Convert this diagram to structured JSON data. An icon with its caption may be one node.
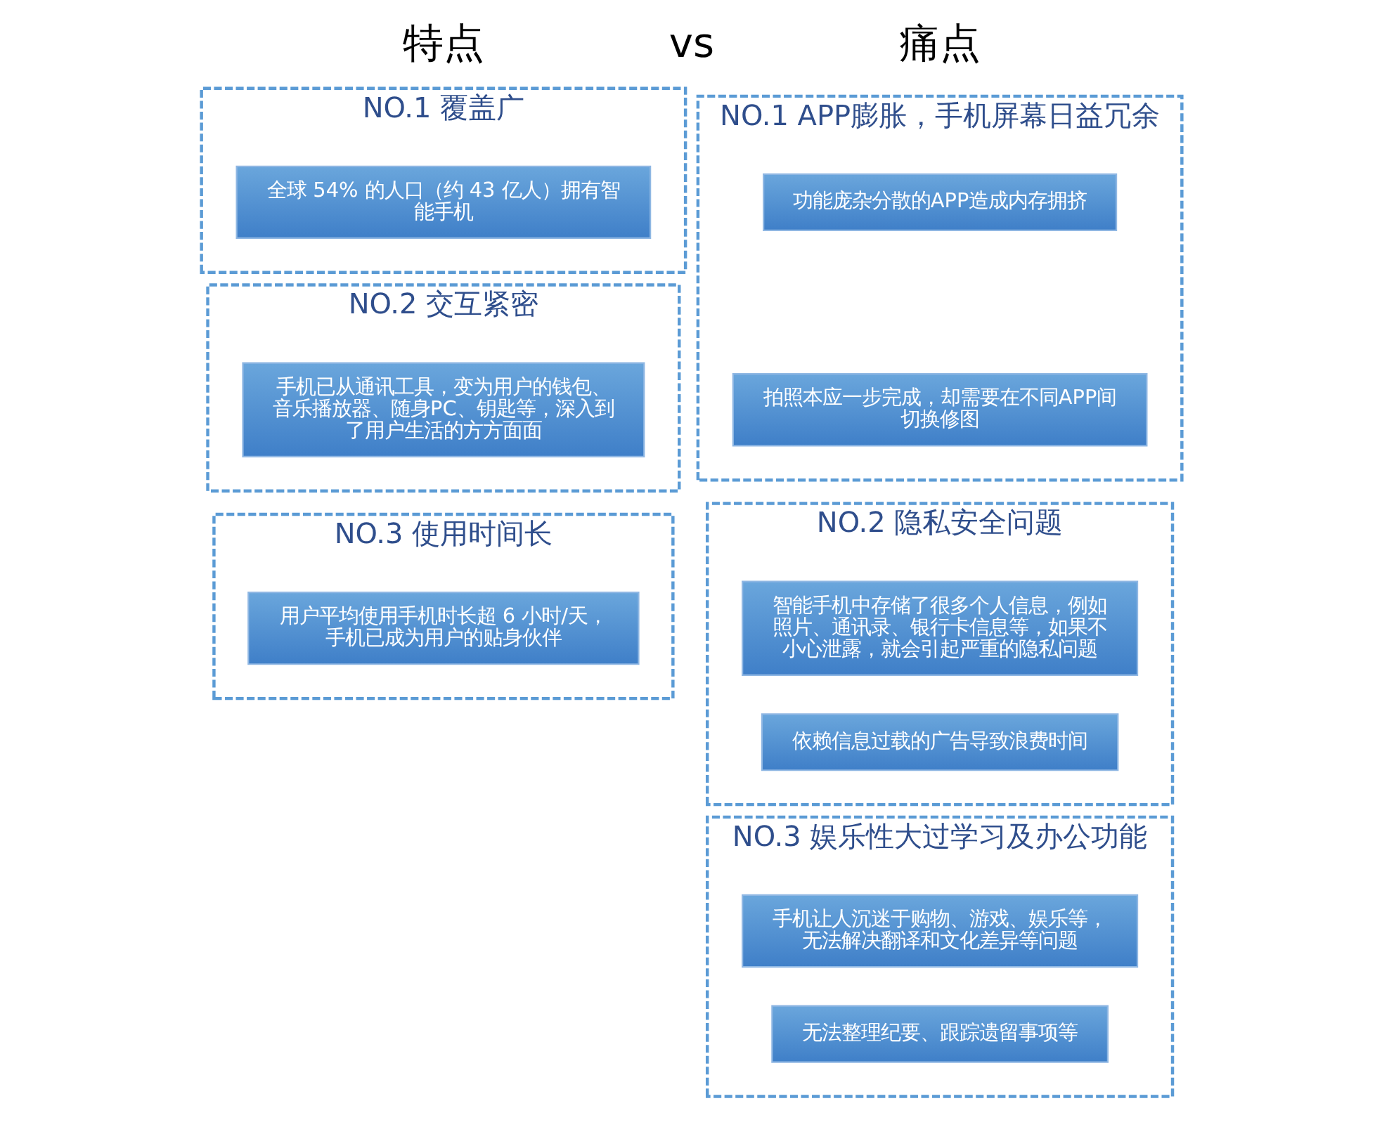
{
  "diagram": {
    "nodes": [
      {
        "text": [
          "NO.1 覆盖广"
        ]
      },
      {
        "text": [
          "全球 54% 的人口（约 43 亿人）拥有智能手机"
        ],
        "in": 0
      },
      {
        "text": [
          "NO.1 APP膨胀，手机屏幕日益冗余"
        ]
      },
      {
        "text": [
          "功能庞杂分散的APP造成内存拥挤"
        ],
        "in": 2
      },
      {
        "text": [
          "拍照本应一步完成，却需要在不同APP间切换修图"
        ],
        "in": 2
      },
      {
        "text": [
          "NO.2 交互紧密"
        ]
      },
      {
        "text": [
          "手机已从通讯工具，变为用户的钱包、音乐播放器、随身PC、钥匙等，深入到了用户生活的方方面面"
        ],
        "in": 5
      },
      {
        "text": [
          "NO.2 隐私安全问题"
        ]
      },
      {
        "text": [
          "智能手机中存储了很多个人信息，例如照片、通讯录、银行卡信息等，如果不小心泄露，就会引起严重的隐私问题"
        ],
        "in": 7
      },
      {
        "text": [
          "依赖信息过载的广告导致浪费时间"
        ],
        "in": 7
      },
      {
        "text": [
          "NO.3 使用时间长"
        ]
      },
      {
        "text": [
          "用户平均使用手机时长超 6 小时/天，手机已成为用户的贴身伙伴"
        ],
        "in": 10
      },
      {
        "text": [
          "NO.3 娱乐性大过学习及办公功能"
        ]
      },
      {
        "text": [
          "手机让人沉迷于购物、游戏、娱乐等，无法解决翻译和文化差异等问题"
        ],
        "in": 12
      },
      {
        "text": [
          "无法整理纪要、跟踪遗留事项等"
        ],
        "in": 12
      }
    ],
    "edges": [],
    "labels": [
      "特点",
      "vs",
      "痛点"
    ]
  }
}
